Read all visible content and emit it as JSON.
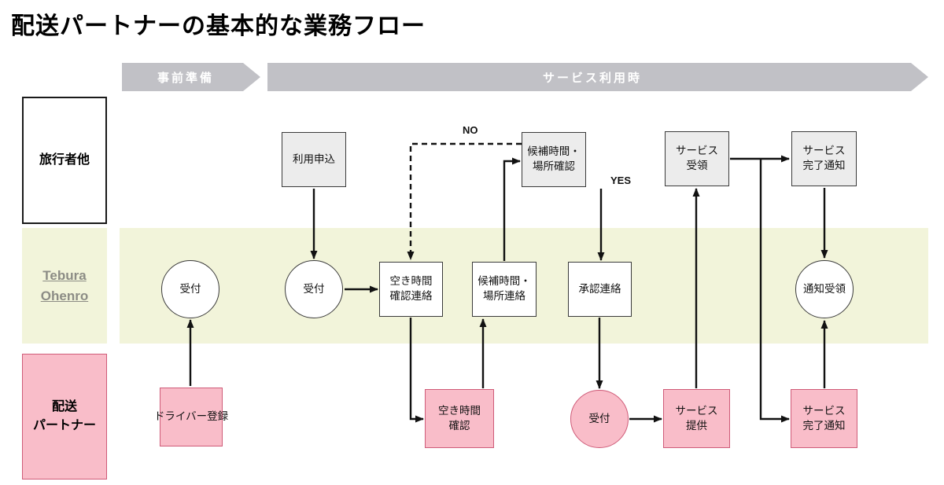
{
  "title": "配送パートナーの基本的な業務フロー",
  "phases": [
    {
      "label": "事前準備"
    },
    {
      "label": "サービス利用時"
    }
  ],
  "lanes": [
    {
      "id": "traveler",
      "label": "旅行者他"
    },
    {
      "id": "tebura-ohenro",
      "label": "Tebura\nOhenro"
    },
    {
      "id": "delivery-partner",
      "label": "配送\nパートナー"
    }
  ],
  "nodes": {
    "apply": "利用申込",
    "candidate_confirm": "候補時間・\n場所確認",
    "service_receive": "サービス\n受領",
    "service_done_notice_traveler": "サービス\n完了通知",
    "reception1": "受付",
    "reception2": "受付",
    "availability_contact": "空き時間\n確認連絡",
    "candidate_contact": "候補時間・\n場所連絡",
    "approval_contact": "承認連絡",
    "notice_receive": "通知受領",
    "driver_register": "ドライバー登録",
    "availability_check": "空き時間\n確認",
    "reception3": "受付",
    "service_provide": "サービス\n提供",
    "service_done_notice_partner": "サービス\n完了通知"
  },
  "decision_labels": {
    "no": "NO",
    "yes": "YES"
  },
  "colors": {
    "banner-gray": "#c1c1c6",
    "lane-yellow": "#f2f4da",
    "pink-fill": "#f9bdc9",
    "pink-border": "#cf5b78",
    "box-gray": "#ececec",
    "box-border": "#3a3a3a",
    "arrow": "#111111"
  }
}
